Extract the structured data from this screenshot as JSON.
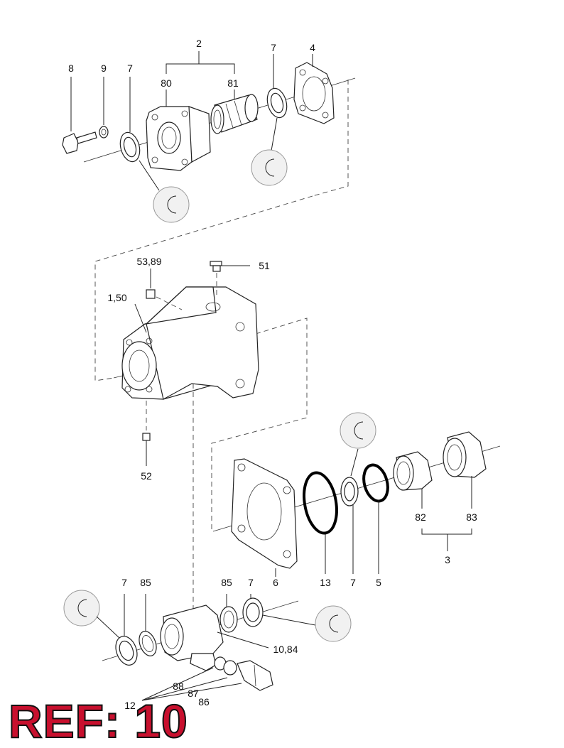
{
  "labels": {
    "p2": "2",
    "p8": "8",
    "p9": "9",
    "p7a": "7",
    "p80": "80",
    "p81": "81",
    "p7b": "7",
    "p4": "4",
    "p53_89": "53,89",
    "p51": "51",
    "p1_50": "1,50",
    "p52": "52",
    "p82": "82",
    "p83": "83",
    "p3": "3",
    "p13": "13",
    "p7c": "7",
    "p5": "5",
    "p6": "6",
    "p7d": "7",
    "p85a": "85",
    "p85b": "85",
    "p7e": "7",
    "p10_84": "10,84",
    "p88": "88",
    "p87": "87",
    "p12": "12",
    "p86": "86"
  },
  "reference": {
    "text": "REF: 10",
    "color": "#c8102e"
  },
  "icons": [
    "retaining-ring-icon"
  ]
}
